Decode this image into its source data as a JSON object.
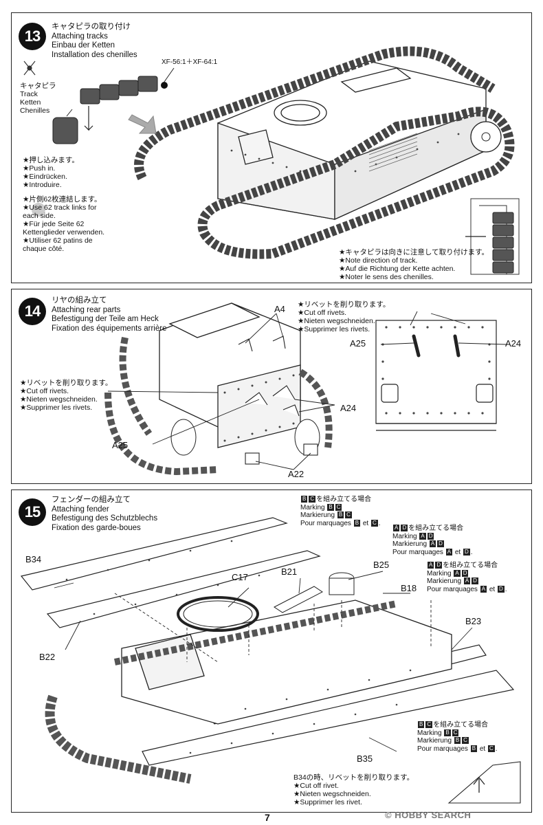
{
  "step13": {
    "number": "13",
    "title_ja": "キャタピラの取り付け",
    "title_en": "Attaching tracks",
    "title_de": "Einbau der Ketten",
    "title_fr": "Installation des chenilles",
    "paint": "XF-56:1＋XF-64:1",
    "part_ja": "キャタピラ",
    "part_en": "Track",
    "part_de": "Ketten",
    "part_fr": "Chenilles",
    "push_ja": "★押し込みます。",
    "push_en": "★Push in.",
    "push_de": "★Eindrücken.",
    "push_fr": "★Introduire.",
    "links_ja": "★片側62枚連結します。",
    "links_en1": "★Use 62 track links for",
    "links_en2": "each side.",
    "links_de1": "★Für jede Seite 62",
    "links_de2": "Kettenglieder verwenden.",
    "links_fr1": "★Utiliser 62 patins de",
    "links_fr2": "chaque côté.",
    "dir_ja": "★キャタピラは向きに注意して取り付けます。",
    "dir_en": "★Note direction of track.",
    "dir_de": "★Auf die Richtung der Kette achten.",
    "dir_fr": "★Noter le sens des chenilles."
  },
  "step14": {
    "number": "14",
    "title_ja": "リヤの組み立て",
    "title_en": "Attaching rear parts",
    "title_de": "Befestigung der Teile am Heck",
    "title_fr": "Fixation des équipements arrière",
    "rivets_top_ja": "★リベットを削り取ります。",
    "rivets_top_en": "★Cut off rivets.",
    "rivets_top_de": "★Nieten wegschneiden.",
    "rivets_top_fr": "★Supprimer les rivets.",
    "rivets_left_ja": "★リベットを削り取ります。",
    "rivets_left_en": "★Cut off rivets.",
    "rivets_left_de": "★Nieten wegschneiden.",
    "rivets_left_fr": "★Supprimer  les rivets.",
    "part_a4": "A4",
    "part_a24": "A24",
    "part_a25": "A25",
    "part_a22": "A22",
    "detail_a25": "A25",
    "detail_a24": "A24"
  },
  "step15": {
    "number": "15",
    "title_ja": "フェンダーの組み立て",
    "title_en": "Attaching fender",
    "title_de": "Befestigung des Schutzblechs",
    "title_fr": "Fixation des garde-boues",
    "m1_a": "B",
    "m1_b": "C",
    "m1_ja": "を組み立てる場合",
    "m1_en": "Marking",
    "m1_de": "Markierung",
    "m1_fr": "Pour marquages",
    "m1_and": "et",
    "m2_a": "A",
    "m2_b": "D",
    "m2_ja": "を組み立てる場合",
    "m2_en": "Marking",
    "m2_de": "Markierung",
    "m2_fr": "Pour marquages",
    "m2_and": "et",
    "m3_a": "A",
    "m3_b": "D",
    "m3_ja": "を組み立てる場合",
    "m3_en": "Marking",
    "m3_de": "Markierung",
    "m3_fr": "Pour marquages",
    "m3_and": "et",
    "m4_a": "B",
    "m4_b": "C",
    "m4_ja": "を組み立てる場合",
    "m4_en": "Marking",
    "m4_de": "Markierung",
    "m4_fr": "Pour marquages",
    "m4_and": "et",
    "p_b34": "B34",
    "p_b22": "B22",
    "p_c17": "C17",
    "p_b21": "B21",
    "p_b25": "B25",
    "p_b18": "B18",
    "p_b23": "B23",
    "p_b35": "B35",
    "rivet_ja": "B34の時、リベットを削り取ります。",
    "rivet_en": "★Cut off rivet.",
    "rivet_de": "★Nieten wegschneiden.",
    "rivet_fr": "★Supprimer les rivet."
  },
  "page_number": "7",
  "watermark": "© HOBBY SEARCH"
}
